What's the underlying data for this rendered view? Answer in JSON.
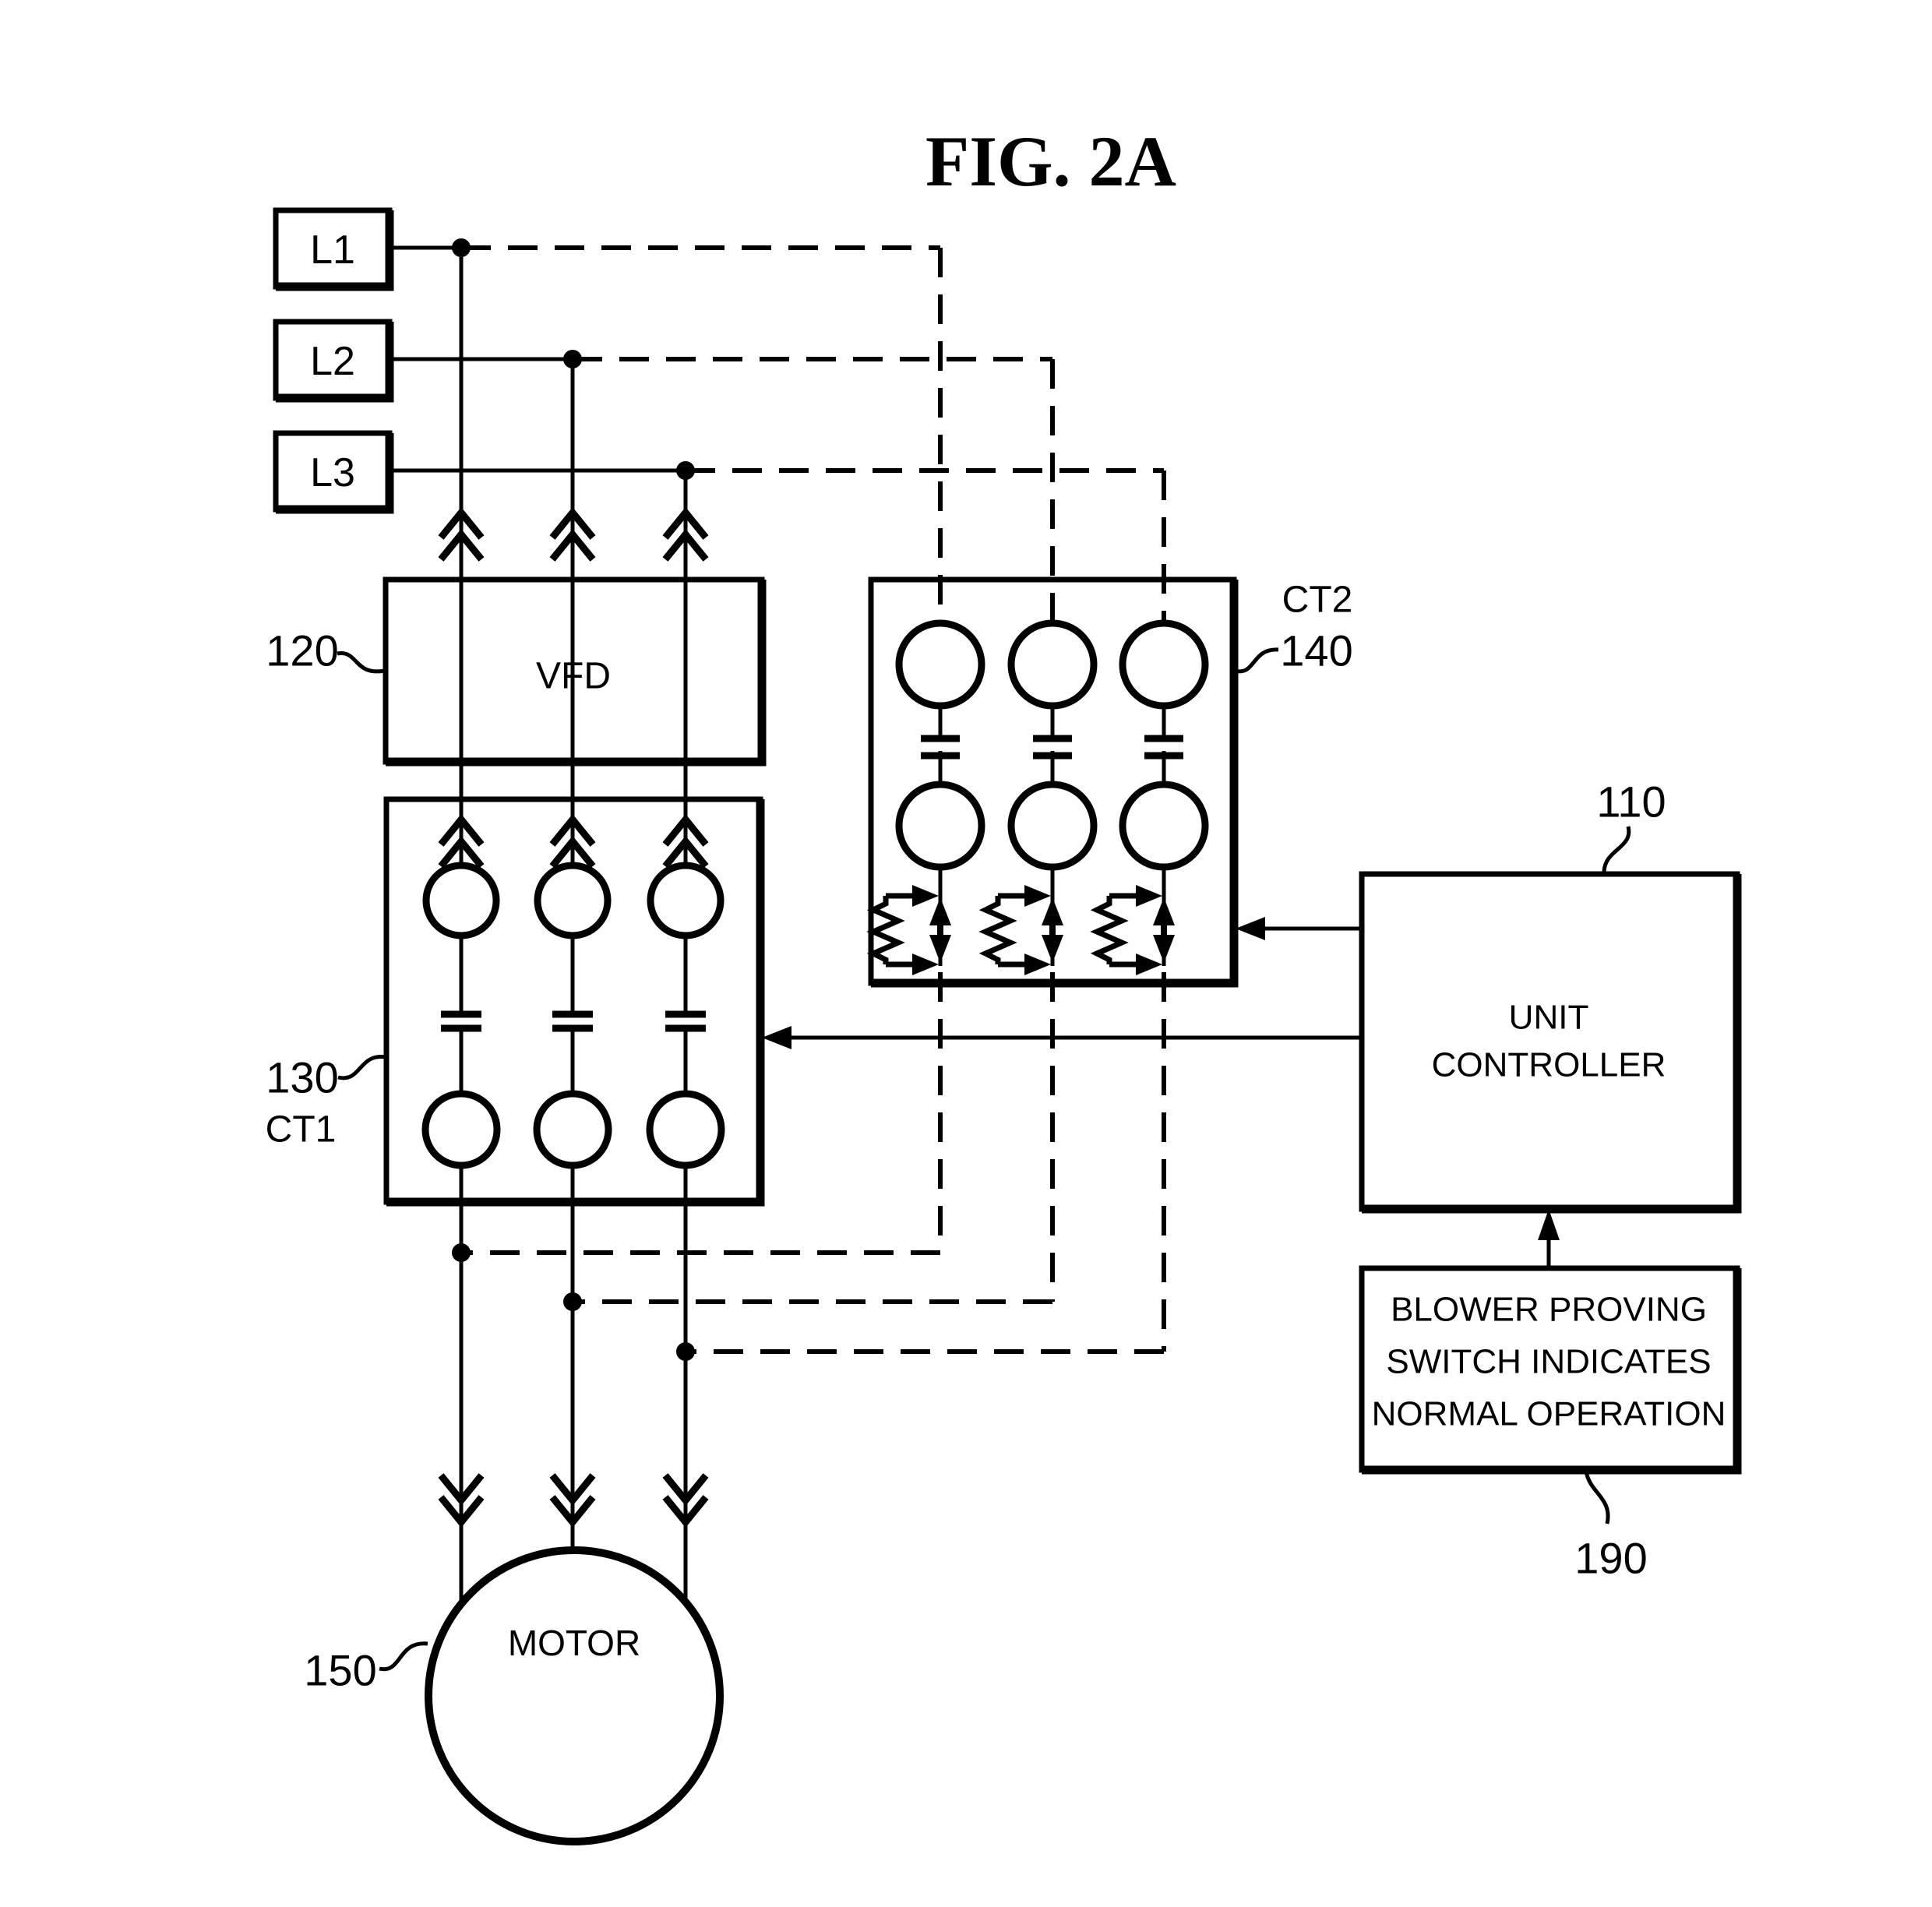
{
  "figure": {
    "title": "FIG. 2A"
  },
  "power_inputs": [
    {
      "label": "L1"
    },
    {
      "label": "L2"
    },
    {
      "label": "L3"
    }
  ],
  "vfd": {
    "label": "VFD",
    "ref": "120"
  },
  "ct1": {
    "label": "CT1",
    "ref": "130"
  },
  "ct2": {
    "label": "CT2",
    "ref": "140"
  },
  "unit_controller": {
    "label_line1": "UNIT",
    "label_line2": "CONTROLLER",
    "ref": "110"
  },
  "blower_switch": {
    "label_line1": "BLOWER PROVING",
    "label_line2": "SWITCH INDICATES",
    "label_line3": "NORMAL OPERATION",
    "ref": "190"
  },
  "motor": {
    "label": "MOTOR",
    "ref": "150"
  },
  "colors": {
    "line": "#000000",
    "background": "#ffffff"
  }
}
